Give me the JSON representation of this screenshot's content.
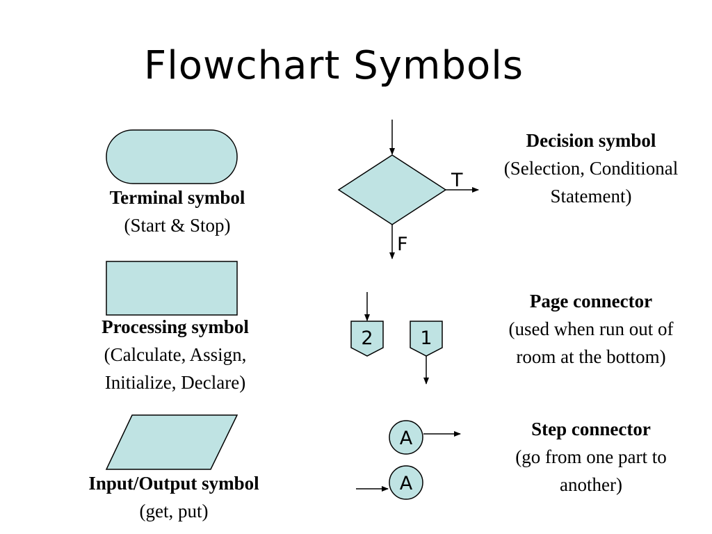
{
  "title": "Flowchart Symbols",
  "colors": {
    "fill": "#bfe3e3",
    "stroke": "#000000"
  },
  "terminal": {
    "name": "Terminal symbol",
    "desc": "(Start & Stop)"
  },
  "processing": {
    "name": "Processing symbol",
    "desc1": "(Calculate, Assign,",
    "desc2": "Initialize, Declare)"
  },
  "io": {
    "name": "Input/Output symbol",
    "desc": "(get, put)"
  },
  "decision": {
    "name": "Decision symbol",
    "desc1": "(Selection, Conditional",
    "desc2": "Statement)",
    "true_label": "T",
    "false_label": "F"
  },
  "page_connector": {
    "name": "Page connector",
    "desc1": "(used when run out of",
    "desc2": "room at the bottom)",
    "in_label": "2",
    "out_label": "1"
  },
  "step_connector": {
    "name": "Step connector",
    "desc1": "(go from one part to",
    "desc2": "another)",
    "out_label": "A",
    "in_label": "A"
  }
}
